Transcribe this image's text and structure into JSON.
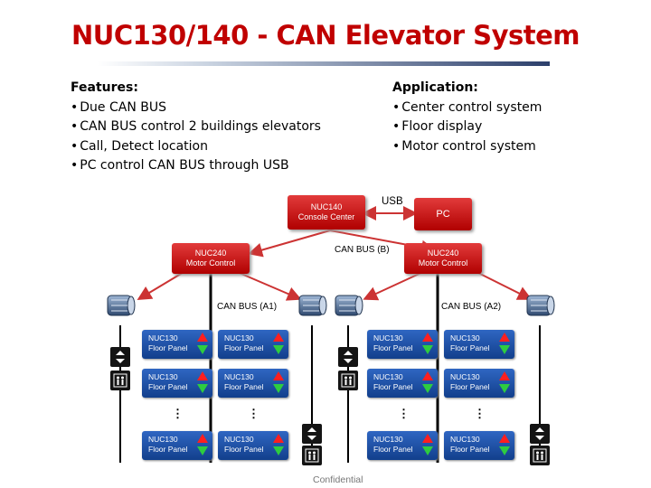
{
  "title": "NUC130/140 - CAN Elevator System",
  "features": {
    "heading": "Features:",
    "items": [
      "Due CAN BUS",
      "CAN BUS control 2 buildings elevators",
      "Call, Detect location",
      "PC control CAN BUS through USB"
    ]
  },
  "application": {
    "heading": "Application:",
    "items": [
      "Center control system",
      "Floor display",
      "Motor control system"
    ]
  },
  "diagram": {
    "console": {
      "line1": "NUC140",
      "line2": "Console Center"
    },
    "pc": "PC",
    "usb": "USB",
    "motor_left": {
      "line1": "NUC240",
      "line2": "Motor Control"
    },
    "motor_right": {
      "line1": "NUC240",
      "line2": "Motor Control"
    },
    "bus_b": "CAN BUS (B)",
    "bus_a1": "CAN BUS (A1)",
    "bus_a2": "CAN BUS (A2)",
    "panel": {
      "line1": "NUC130",
      "line2": "Floor Panel"
    },
    "ellipsis": "⋮"
  },
  "footer": "Confidential",
  "colors": {
    "title": "#c00000",
    "red_box": "#c00000",
    "panel_blue": "#1a4ea6",
    "arrow": "#cc3333",
    "up": "#ff1f1f",
    "down": "#2ecc40"
  },
  "icons": [
    "motor-icon",
    "elevator-call-icon",
    "elevator-people-icon",
    "up-arrow-icon",
    "down-arrow-icon"
  ]
}
